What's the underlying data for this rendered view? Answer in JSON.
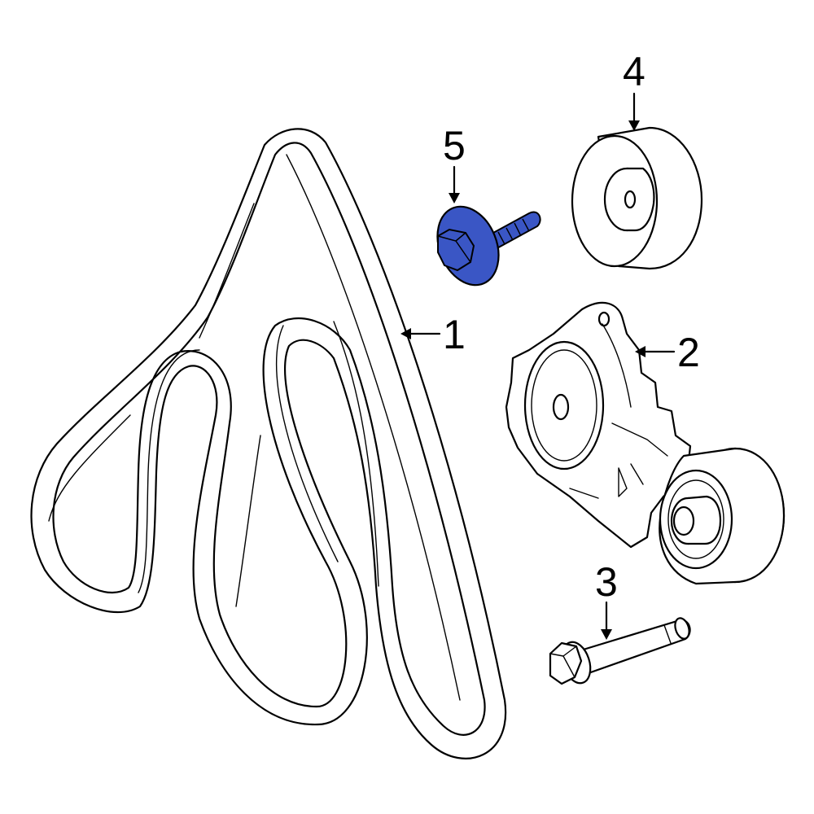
{
  "colors": {
    "line": "#000000",
    "background": "#ffffff",
    "highlight": "#3a56c5",
    "highlight_dark": "#1a2a6e"
  },
  "highlighted_part": "5",
  "callouts": [
    {
      "id": "1",
      "label": "1"
    },
    {
      "id": "2",
      "label": "2"
    },
    {
      "id": "3",
      "label": "3"
    },
    {
      "id": "4",
      "label": "4"
    },
    {
      "id": "5",
      "label": "5"
    }
  ]
}
